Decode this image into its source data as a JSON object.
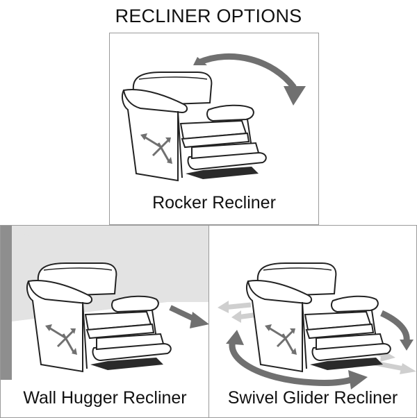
{
  "title": "RECLINER OPTIONS",
  "panels": [
    {
      "id": "rocker",
      "label": "Rocker Recliner"
    },
    {
      "id": "wall_hugger",
      "label": "Wall Hugger Recliner"
    },
    {
      "id": "swivel_glider",
      "label": "Swivel Glider Recliner"
    }
  ],
  "colors": {
    "arrow": "#707070",
    "light_arrow": "#cfcfcf",
    "wall": "#e3e3e3",
    "wall_edge": "#8e8e8e",
    "shadow": "#2a2a2a",
    "line": "#222222"
  }
}
